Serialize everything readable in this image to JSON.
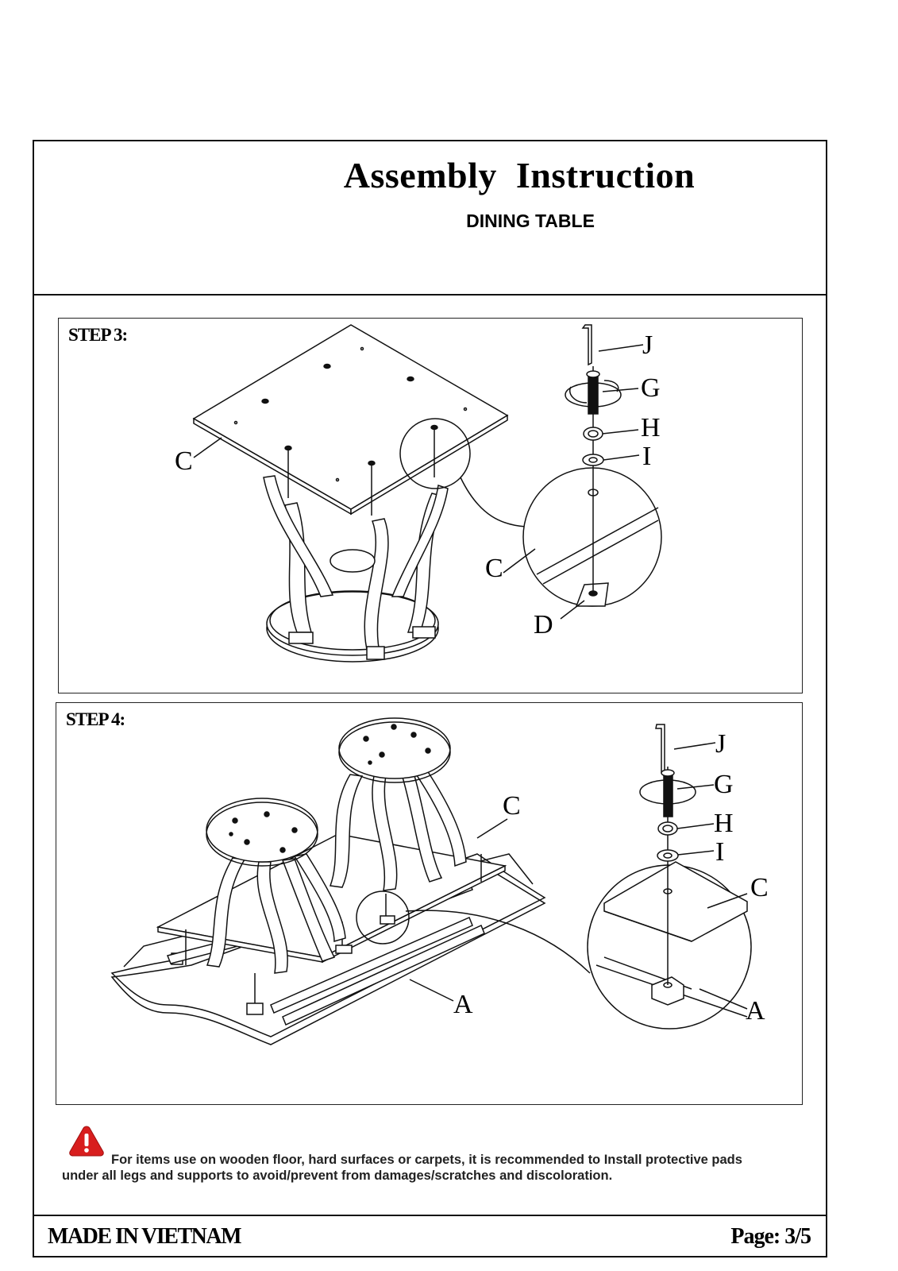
{
  "header": {
    "title": "Assembly  Instruction",
    "subtitle": "DINING TABLE"
  },
  "step3": {
    "label": "STEP 3:",
    "callouts": {
      "c_main": "C",
      "c_detail": "C",
      "d": "D",
      "j": "J",
      "g": "G",
      "h": "H",
      "i": "I"
    }
  },
  "step4": {
    "label": "STEP 4:",
    "callouts": {
      "c_main": "C",
      "a_main": "A",
      "c_detail": "C",
      "a_detail": "A",
      "j": "J",
      "g": "G",
      "h": "H",
      "i": "I"
    }
  },
  "warning": {
    "icon": "warning-triangle-icon",
    "text": "For items use on wooden floor, hard surfaces or carpets, it is recommended to Install protective pads under all legs and supports to avoid/prevent from damages/scratches and discoloration.",
    "icon_color": "#d81e1e"
  },
  "footer": {
    "origin": "MADE IN VIETNAM",
    "page": "Page: 3/5"
  }
}
